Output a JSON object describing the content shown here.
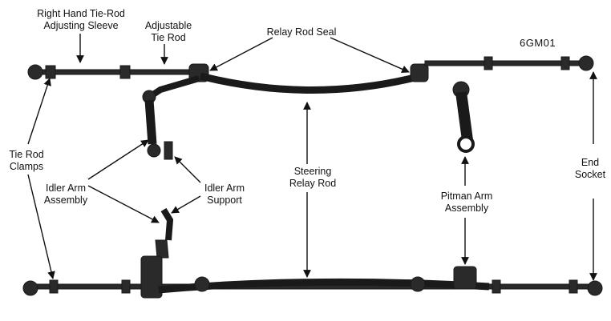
{
  "figure_code": "6GM01",
  "labels": {
    "rh_sleeve": [
      "Right Hand Tie-Rod",
      "Adjusting Sleeve"
    ],
    "adj_tie_rod": [
      "Adjustable",
      "Tie Rod"
    ],
    "relay_seal": [
      "Relay Rod Seal"
    ],
    "tie_rod_clamps": [
      "Tie Rod",
      "Clamps"
    ],
    "idler_arm_assembly": [
      "Idler Arm",
      "Assembly"
    ],
    "idler_arm_support": [
      "Idler Arm",
      "Support"
    ],
    "steering_relay_rod": [
      "Steering",
      "Relay Rod"
    ],
    "pitman_arm_assembly": [
      "Pitman Arm",
      "Assembly"
    ],
    "end_socket": [
      "End",
      "Socket"
    ]
  },
  "colors": {
    "ink": "#111111",
    "metal": "#2a2a2a",
    "background": "#ffffff"
  }
}
